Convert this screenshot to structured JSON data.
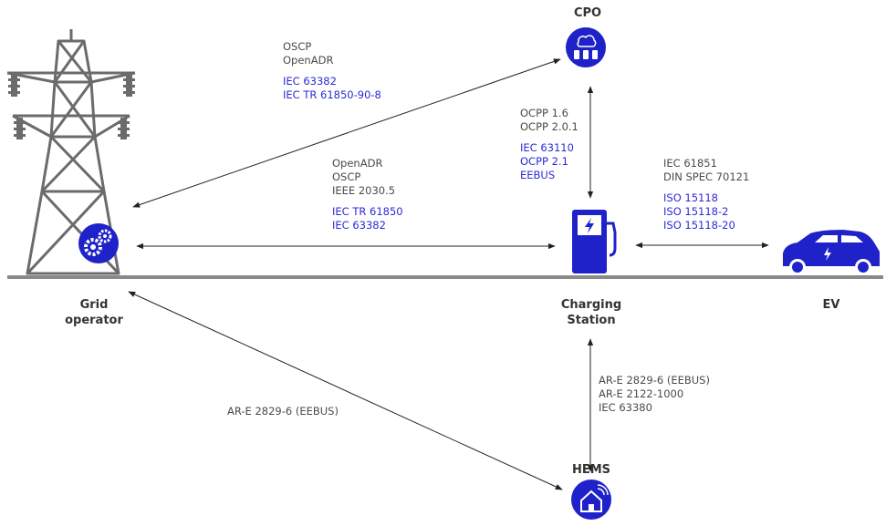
{
  "colors": {
    "accent": "#1e22c8",
    "text": "#4a4a4a",
    "standard": "#2b2bd6",
    "ground": "#8a8a8a",
    "tower": "#6b6b6b"
  },
  "nodes": {
    "cpo": "CPO",
    "grid_operator": [
      "Grid",
      "operator"
    ],
    "charging_station": [
      "Charging",
      "Station"
    ],
    "ev": "EV",
    "hems": "HEMS"
  },
  "links": {
    "grid_cpo": {
      "protocols": [
        "OSCP",
        "OpenADR"
      ],
      "standards": [
        "IEC 63382",
        "IEC TR 61850-90-8"
      ]
    },
    "cpo_station": {
      "protocols": [
        "OCPP 1.6",
        "OCPP 2.0.1"
      ],
      "standards": [
        "IEC 63110",
        "OCPP 2.1",
        "EEBUS"
      ]
    },
    "grid_station": {
      "protocols": [
        "OpenADR",
        "OSCP",
        "IEEE 2030.5"
      ],
      "standards": [
        "IEC TR 61850",
        "IEC 63382"
      ]
    },
    "station_ev": {
      "protocols": [
        "IEC 61851",
        "DIN SPEC 70121"
      ],
      "standards": [
        "ISO 15118",
        "ISO 15118-2",
        "ISO 15118-20"
      ]
    },
    "grid_hems": {
      "protocols": [
        "AR-E 2829-6 (EEBUS)"
      ]
    },
    "station_hems": {
      "protocols": [
        "AR-E 2829-6 (EEBUS)",
        "AR-E 2122-1000",
        "IEC 63380"
      ]
    }
  },
  "icons": [
    "transmission-tower-icon",
    "gears-icon",
    "cloud-chargers-icon",
    "charging-station-icon",
    "electric-car-icon",
    "smart-home-icon"
  ]
}
